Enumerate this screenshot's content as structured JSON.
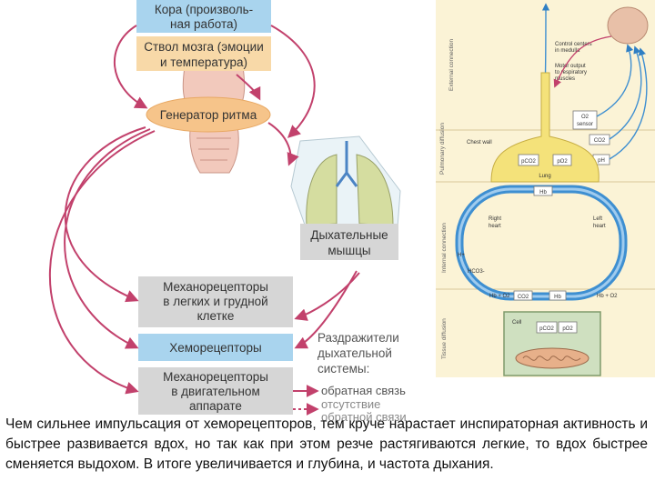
{
  "left_diagram": {
    "box_cortex": [
      "Кора (произволь-",
      "ная работа)"
    ],
    "box_brainstem": [
      "Ствол мозга (эмоции",
      "и температура)"
    ],
    "box_generator": "Генератор ритма",
    "box_muscles": [
      "Дыхательные",
      "мышцы"
    ],
    "box_mechano_lungs": [
      "Механорецепторы",
      "в легких и грудной",
      "клетке"
    ],
    "box_chemo": "Хеморецепторы",
    "box_mechano_motor": [
      "Механорецепторы",
      "в двигательном",
      "аппарате"
    ],
    "stimuli_title": [
      "Раздражители",
      "дыхательной",
      "системы:"
    ],
    "legend_feedback": "обратная связь",
    "legend_absent": [
      "отсутствие",
      "обратной связи"
    ],
    "colors": {
      "box_blue": "#a9d4ee",
      "box_orange": "#f8d9a8",
      "box_grey": "#d6d6d6",
      "arrow": "#c2416c",
      "oval": "#f6c48a"
    }
  },
  "right_diagram": {
    "band_external": "External connection",
    "band_pulmonary": "Pulmonary diffusion",
    "band_internal": "Internal connection",
    "band_tissue": "Tissue diffusion",
    "control": [
      "Control centers",
      "in medulla"
    ],
    "motor": [
      "Motor output",
      "to respiratory",
      "muscles"
    ],
    "o2_sensor": [
      "O2",
      "sensor"
    ],
    "co2": "CO2",
    "ph": "pH",
    "chest_wall": "Chest wall",
    "lung": "Lung",
    "pco2": "pCO2",
    "po2": "pO2",
    "hb": "Hb",
    "hb_o2": "Hb + O2",
    "right_heart": [
      "Right",
      "heart"
    ],
    "left_heart": [
      "Left",
      "heart"
    ],
    "h_plus": "H+",
    "hco3": "HCO3-",
    "cell": "Cell",
    "colors": {
      "band": "#fbf3d6",
      "yellow": "#f4e27a",
      "loop": "#3e8fd1",
      "cell_box": "#cfe0c0"
    }
  },
  "caption": "Чем сильнее импульсация от хеморецепторов, тем круче нарастает инспираторная активность и быстрее развивается вдох, но так как при этом резче растягиваются легкие, то вдох быстрее сменяется выдохом. В итоге увеличивается и глубина, и частота дыхания."
}
